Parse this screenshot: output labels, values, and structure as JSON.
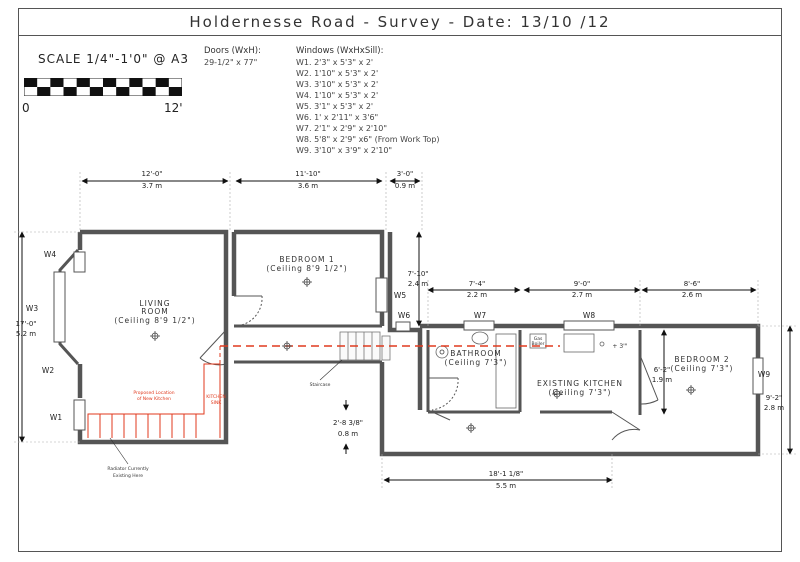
{
  "title": "Holdernesse Road - Survey - Date: 13/10 /12",
  "scale": {
    "label": "SCALE 1/4\"-1'0\" @ A3",
    "start": "0",
    "end": "12'"
  },
  "doors": {
    "heading": "Doors (WxH):",
    "items": [
      "29-1/2\" x 77\""
    ]
  },
  "windows": {
    "heading": "Windows (WxHxSill):",
    "items": [
      "W1. 2'3\" x 5'3\" x 2'",
      "W2. 1'10\" x 5'3\" x 2'",
      "W3. 3'10\" x 5'3\" x 2'",
      "W4. 1'10\" x 5'3\" x 2'",
      "W5. 3'1\" x 5'3\" x 2'",
      "W6. 1' x 2'11\" x 3'6\"",
      "W7. 2'1\" x 2'9\" x 2'10\"",
      "W8. 5'8\" x 2'9\" x6\" (From Work Top)",
      "W9. 3'10\" x 3'9\" x 2'10\""
    ]
  },
  "dimensions": {
    "top1": {
      "imperial": "12'-0\"",
      "metric": "3.7 m"
    },
    "top2": {
      "imperial": "11'-10\"",
      "metric": "3.6 m"
    },
    "top3": {
      "imperial": "3'-0\"",
      "metric": "0.9 m"
    },
    "left": {
      "imperial": "17'-0\"",
      "metric": "5.2 m"
    },
    "mid_vert": {
      "imperial": "7'-10\"",
      "metric": "2.4 m"
    },
    "bath_w": {
      "imperial": "7'-4\"",
      "metric": "2.2 m"
    },
    "kitchen_w": {
      "imperial": "9'-0\"",
      "metric": "2.7 m"
    },
    "bed2_w": {
      "imperial": "8'-6\"",
      "metric": "2.6 m"
    },
    "bed2_h": {
      "imperial": "6'-2\"",
      "metric": "1.9 m"
    },
    "right": {
      "imperial": "9'-2\"",
      "metric": "2.8 m"
    },
    "hall": {
      "imperial": "2'-8 3/8\"",
      "metric": "0.8 m"
    },
    "bottom": {
      "imperial": "18'-1 1/8\"",
      "metric": "5.5 m"
    }
  },
  "rooms": {
    "living": {
      "name1": "LIVING",
      "name2": "ROOM",
      "ceiling": "(Ceiling 8'9 1/2\")"
    },
    "bedroom1": {
      "name": "BEDROOM 1",
      "ceiling": "(Ceiling 8'9 1/2\")"
    },
    "bathroom": {
      "name": "BATHROOM",
      "ceiling": "(Ceiling 7'3\")"
    },
    "kitchen": {
      "name": "EXISTING KITCHEN",
      "ceiling": "(Ceiling 7'3\")"
    },
    "bedroom2": {
      "name": "BEDROOM 2",
      "ceiling": "(Ceiling 7'3\")"
    }
  },
  "windows_tags": [
    "W1",
    "W2",
    "W3",
    "W4",
    "W5",
    "W6",
    "W7",
    "W8",
    "W9"
  ],
  "annotations": {
    "proposed1": "Proposed Location",
    "proposed2": "of New Kitchen",
    "kitchen_sink1": "KITCHEN",
    "kitchen_sink2": "SINK",
    "radiator1": "Radiator Currently",
    "radiator2": "Existing Here",
    "staircase": "Staircase",
    "gas_boiler1": "Gas",
    "gas_boiler2": "Boiler",
    "sill_note": "+ 3'\""
  },
  "colors": {
    "wall": "#555555",
    "dimension": "#111111",
    "proposed": "#e03a1e"
  }
}
